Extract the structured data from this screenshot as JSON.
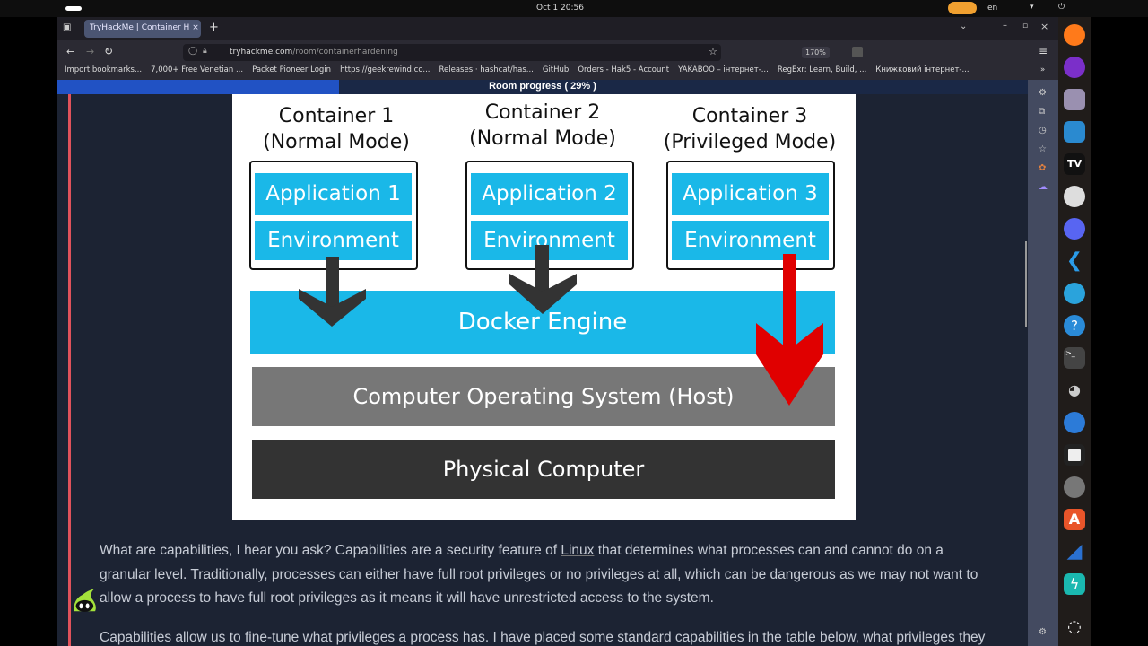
{
  "system": {
    "clock": "Oct 1  20:56",
    "lang": "en"
  },
  "browser": {
    "tab_title": "TryHackMe | Container H",
    "url_domain": "tryhackme.com",
    "url_path": "/room/containerhardening",
    "zoom": "170%",
    "bookmarks": [
      "Import bookmarks...",
      "7,000+ Free Venetian ...",
      "Packet Pioneer Login",
      "https://geekrewind.co...",
      "Releases · hashcat/has...",
      "GitHub",
      "Orders - Hak5 - Account",
      "YAKABOO – інтернет-...",
      "RegExr: Learn, Build, ...",
      "Книжковий інтернет-..."
    ]
  },
  "progress": {
    "label": "Room progress ( 29% )",
    "percent": 29
  },
  "diagram": {
    "containers": [
      {
        "title": "Container 1",
        "mode": "(Normal Mode)",
        "app": "Application 1",
        "env": "Environment"
      },
      {
        "title": "Container 2",
        "mode": "(Normal Mode)",
        "app": "Application 2",
        "env": "Environment"
      },
      {
        "title": "Container 3",
        "mode": "(Privileged Mode)",
        "app": "Application 3",
        "env": "Environment"
      }
    ],
    "engine": "Docker Engine",
    "os": "Computer Operating System (Host)",
    "hardware": "Physical Computer",
    "colors": {
      "cyan": "#1ab8e8",
      "os": "#777777",
      "hardware": "#333333",
      "privileged_arrow": "#e00000",
      "normal_arrow": "#333333"
    }
  },
  "article": {
    "p1_a": "What are capabilities, I hear you ask? Capabilities are a security feature of ",
    "p1_link": "Linux",
    "p1_b": " that determines what processes can and cannot do on a granular level. Traditionally, processes can either have full root privileges or no privileges at all, which can be dangerous as we may not want to allow a process to have full root privileges as it means it will have unrestricted access to the system.",
    "p2": "Capabilities allow us to fine-tune what privileges a process has. I have placed some standard capabilities in the table below, what privileges they"
  }
}
